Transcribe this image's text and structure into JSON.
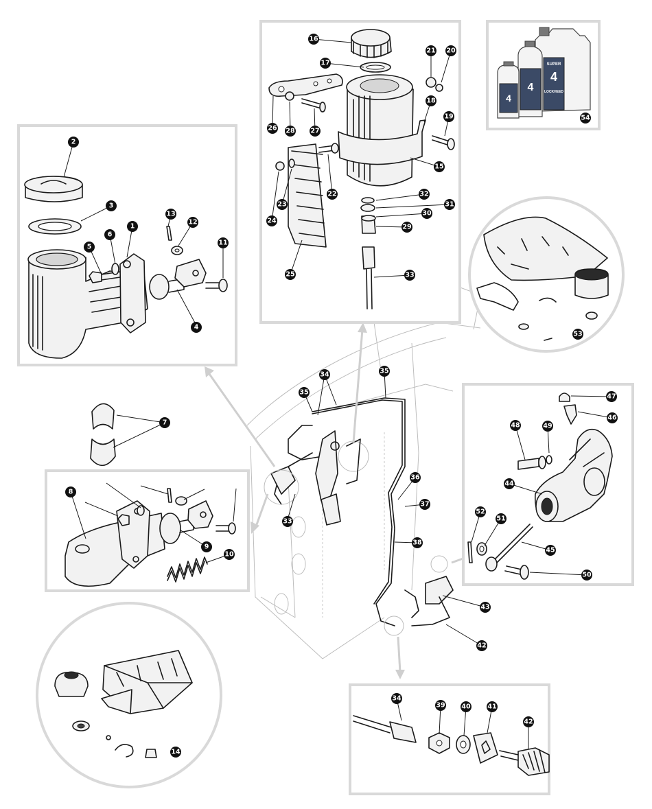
{
  "diagram": {
    "panels": [
      {
        "id": "master-cylinder-early"
      },
      {
        "id": "reservoir"
      },
      {
        "id": "fluid"
      },
      {
        "id": "seal-kit-right"
      },
      {
        "id": "master-cylinder-late"
      },
      {
        "id": "slave-cylinder"
      },
      {
        "id": "seal-kit-left"
      },
      {
        "id": "pipe-union"
      }
    ],
    "callouts": [
      "1",
      "2",
      "3",
      "4",
      "5",
      "6",
      "7",
      "8",
      "9",
      "10",
      "11",
      "12",
      "13",
      "14",
      "15",
      "16",
      "17",
      "18",
      "19",
      "20",
      "21",
      "22",
      "23",
      "24",
      "25",
      "26",
      "27",
      "28",
      "29",
      "30",
      "31",
      "32",
      "33",
      "34",
      "35",
      "36",
      "37",
      "38",
      "39",
      "40",
      "41",
      "42",
      "43",
      "44",
      "45",
      "46",
      "47",
      "48",
      "49",
      "50",
      "51",
      "52",
      "53",
      "54"
    ],
    "bottle_label": {
      "brand": "SUPER",
      "grade": "4",
      "maker": "LOCKHEED"
    }
  }
}
